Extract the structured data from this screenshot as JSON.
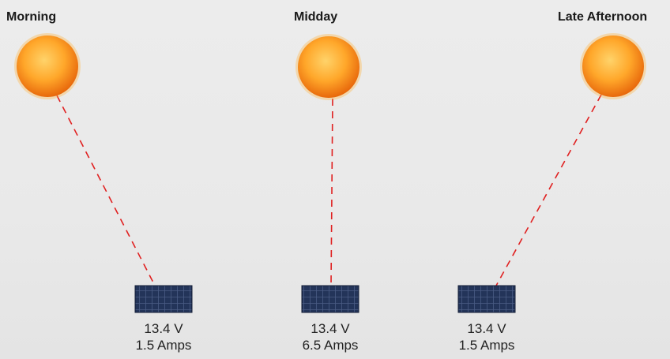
{
  "scenes": [
    {
      "time_label": "Morning",
      "voltage": "13.4 V",
      "current": "1.5 Amps",
      "sun_icon": "sun-icon",
      "panel_icon": "solar-panel-icon"
    },
    {
      "time_label": "Midday",
      "voltage": "13.4 V",
      "current": "6.5 Amps",
      "sun_icon": "sun-icon",
      "panel_icon": "solar-panel-icon"
    },
    {
      "time_label": "Late Afternoon",
      "voltage": "13.4 V",
      "current": "1.5 Amps",
      "sun_icon": "sun-icon",
      "panel_icon": "solar-panel-icon"
    }
  ],
  "colors": {
    "ray": "#e02020",
    "sun_core": "#ffb52a",
    "sun_edge": "#f07a10",
    "panel": "#1f2f52"
  }
}
